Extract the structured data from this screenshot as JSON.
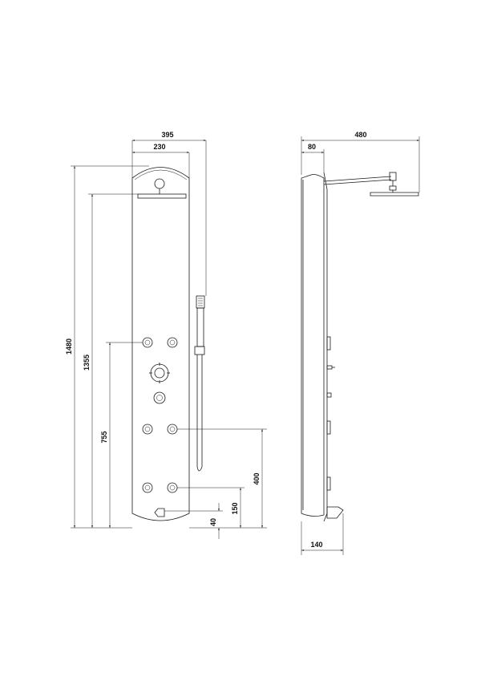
{
  "dimensions": {
    "front": {
      "total_width": "395",
      "panel_width": "230",
      "total_height": "1480",
      "head_height": "1355",
      "mixer_height": "755",
      "lower_jets_height": "400",
      "spout_height": "150",
      "bottom_offset": "40"
    },
    "side": {
      "projection": "480",
      "wall_offset": "80",
      "depth": "140"
    }
  },
  "colors": {
    "line": "#1a1a1a",
    "background": "#ffffff"
  }
}
